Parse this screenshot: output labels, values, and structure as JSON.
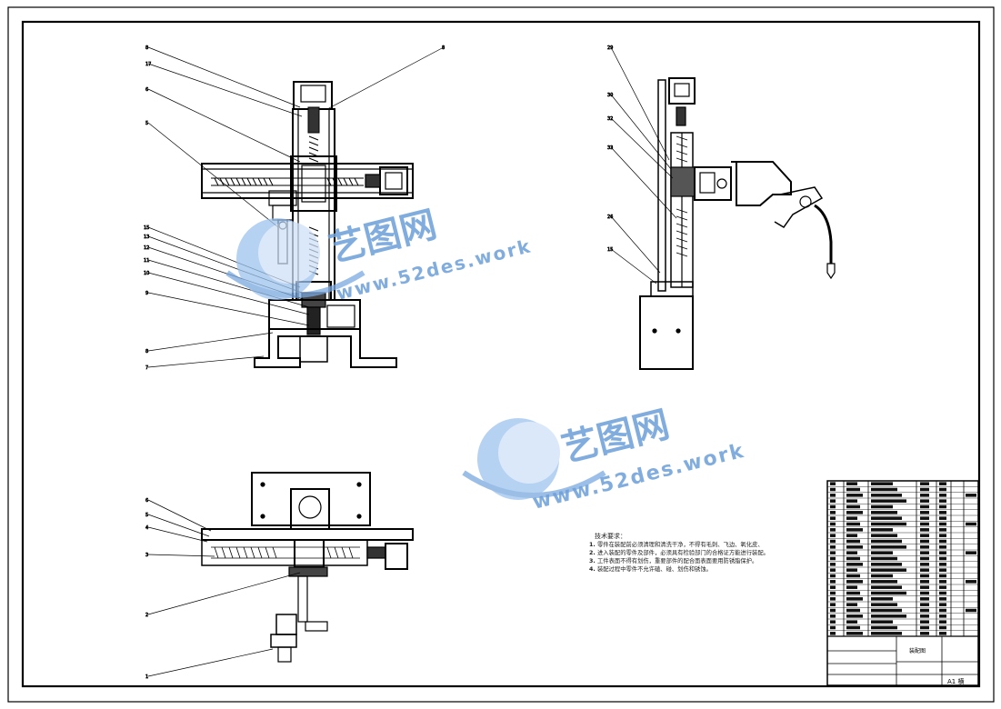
{
  "watermark": {
    "brand": "艺图网",
    "url": "www.52des.work",
    "color": "#6b9fd8"
  },
  "tech_notes": {
    "title": "技术要求：",
    "items": [
      {
        "num": "1.",
        "text": "零件在装配前必须清理和清洗干净，不得有毛刺、飞边、氧化皮、"
      },
      {
        "num": "2.",
        "text": "进入装配的零件及部件，必须具有检验部门的合格证方能进行装配。"
      },
      {
        "num": "3.",
        "text": "工件表面不得有划伤，重要部件的配合面表面要用防锈脂保护。"
      },
      {
        "num": "4.",
        "text": "装配过程中零件不允许磕、碰、划伤和锈蚀。"
      }
    ]
  },
  "title_block": {
    "scale_text": "A1 横",
    "name_text": "装配图"
  },
  "colors": {
    "line": "#000000",
    "hatch": "#000000"
  }
}
